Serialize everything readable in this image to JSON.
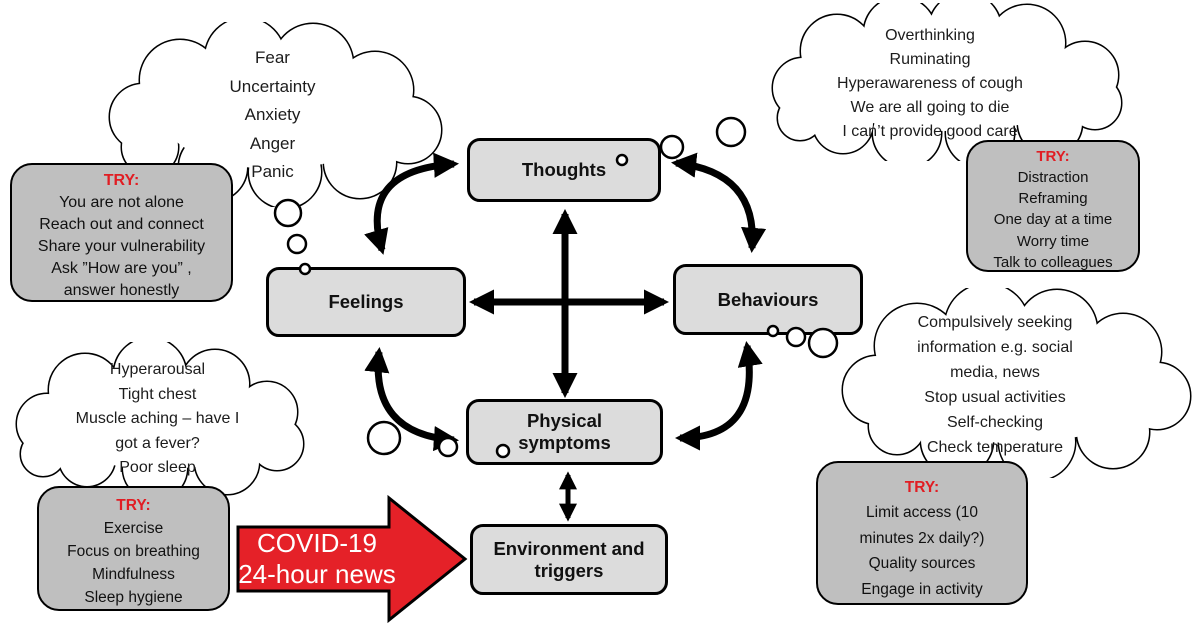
{
  "colors": {
    "node_fill": "#dcdcdc",
    "try_box_fill": "#bfbfbf",
    "accent_red": "#e11d23",
    "arrow_red": "#e52128",
    "outline": "#000000"
  },
  "nodes": {
    "thoughts": "Thoughts",
    "feelings": "Feelings",
    "behaviours": "Behaviours",
    "physical": "Physical symptoms",
    "environment": "Environment and triggers"
  },
  "clouds": {
    "feelings": {
      "lines": [
        "Fear",
        "Uncertainty",
        "Anxiety",
        "Anger",
        "Panic"
      ]
    },
    "thoughts": {
      "lines": [
        "Overthinking",
        "Ruminating",
        "Hyperawareness of cough",
        "We are all going to die",
        "I can’t provide good care"
      ]
    },
    "physical": {
      "lines": [
        "Hyperarousal",
        "Tight chest",
        "Muscle aching – have I",
        "got a fever?",
        "Poor sleep"
      ]
    },
    "behaviours": {
      "lines": [
        "Compulsively seeking",
        "information e.g. social",
        "media, news",
        "Stop usual activities",
        "Self-checking",
        "Check temperature"
      ]
    }
  },
  "try_boxes": {
    "feelings": {
      "title": "TRY:",
      "lines": [
        "You are not alone",
        "Reach out and connect",
        "Share your vulnerability",
        "Ask ”How are you” ,",
        "answer honestly"
      ]
    },
    "thoughts": {
      "title": "TRY:",
      "lines": [
        "Distraction",
        "Reframing",
        "One day at a time",
        "Worry time",
        "Talk to colleagues"
      ]
    },
    "physical": {
      "title": "TRY:",
      "lines": [
        "Exercise",
        "Focus on breathing",
        "Mindfulness",
        "Sleep hygiene"
      ]
    },
    "behaviours": {
      "title": "TRY:",
      "lines": [
        "Limit access (10",
        "minutes 2x daily?)",
        "Quality sources",
        "Engage in activity"
      ]
    }
  },
  "covid_arrow": {
    "lines": [
      "COVID-19",
      "24-hour news"
    ]
  }
}
